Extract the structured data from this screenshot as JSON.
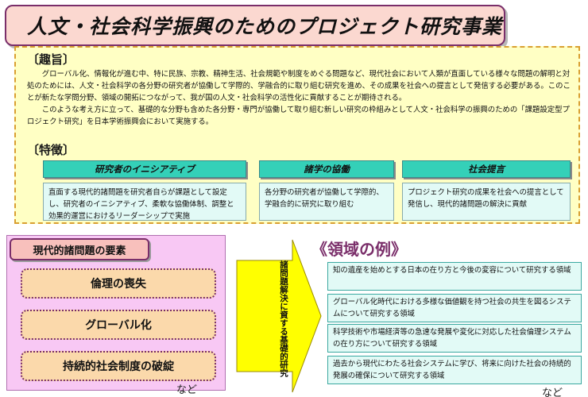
{
  "title": "人文・社会科学振興のためのプロジェクト研究事業",
  "shuishi": {
    "heading": "〔趣旨〕",
    "paragraph1": "グローバル化、情報化が進む中、特に民族、宗教、精神生活、社会規範や制度をめぐる問題など、現代社会において人類が直面している様々な問題の解明と対処のためには、人文・社会科学の各分野の研究者が協働して学際的、学融合的に取り組む研究を進め、その成果を社会への提言として発信する必要がある。このことが新たな学問分野、領域の開拓につながって、我が国の人文・社会科学の活性化に貢献することが期待される。",
    "paragraph2": "このような考え方に立って、基礎的な分野も含めた各分野・専門が協働して取り組む新しい研究の枠組みとして人文・社会科学の振興のための「課題設定型プロジェクト研究」を日本学術振興会において実施する。"
  },
  "tokucho": {
    "heading": "〔特徴〕",
    "items": [
      {
        "title": "研究者のイニシアティブ",
        "body": "直面する現代的諸問題を研究者自らが課題として設定し、研究者のイニシアティブ、柔軟な協働体制、調整と効果的運営におけるリーダーシップで実施"
      },
      {
        "title": "諸学の協働",
        "body": "各分野の研究者が協働して学際的、学融合的に研究に取り組む"
      },
      {
        "title": "社会提言",
        "body": "プロジェクト研究の成果を社会への提言として発信し、現代的諸問題の解決に貢献"
      }
    ]
  },
  "elements": {
    "heading": "現代的諸問題の要素",
    "items": [
      "倫理の喪失",
      "グローバル化",
      "持続的社会制度の破綻"
    ],
    "etc": "など"
  },
  "arrow_label": "諸問題解決に資する基礎的研究",
  "examples": {
    "heading": "《領域の例》",
    "items": [
      "知の遺産を始めとする日本の在り方と今後の変容について研究する領域",
      "グローバル化時代における多様な価値観を持つ社会の共生を図るシステムについて研究する領域",
      "科学技術や市場経済等の急速な発展や変化に対応した社会倫理システムの在り方について研究する領域",
      "過去から現代にわたる社会システムに学び、将来に向けた社会の持続的発展の確保について研究する領域"
    ],
    "etc": "など"
  },
  "colors": {
    "title_bg": "#fbd8d0",
    "title_border": "#7a2e6a",
    "outer_bg": "#ffffc4",
    "outer_border": "#d99f30",
    "feature_head": "#34d0b8",
    "light_teal": "#e2faf6",
    "pink_panel": "#f8c8f4",
    "pill_bg": "#fbd9ab",
    "arrow_fill": "#ffff00",
    "accent": "#7a2e6a"
  }
}
